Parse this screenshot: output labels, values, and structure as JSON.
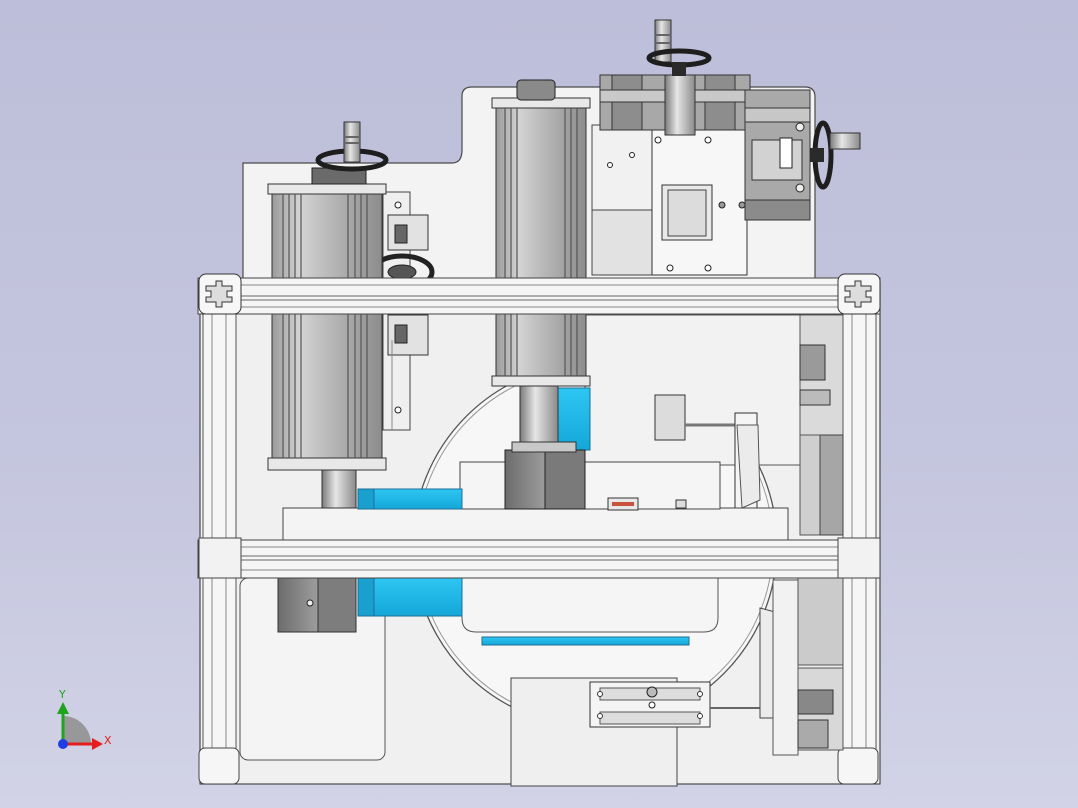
{
  "triad": {
    "x_label": "X",
    "y_label": "Y"
  },
  "colors": {
    "background": "#c4c5de",
    "part_light": "#f2f2f2",
    "part_mid": "#c8c8c8",
    "motor_gray": "#b4b4b4",
    "dark_gray": "#8a8a8a",
    "accent_blue": "#19b8e8",
    "handwheel": "#2b2b2b",
    "axis_x": "#e41e1e",
    "axis_y": "#1ea51e",
    "axis_z": "#1e3ee4"
  },
  "components": [
    "base-frame",
    "aluminum-profile-rail-top",
    "aluminum-profile-rail-middle",
    "left-servo-motor",
    "center-servo-motor",
    "right-gearbox-head",
    "rotary-table-circle",
    "blue-clamp-blocks",
    "handwheels",
    "linear-guide-blocks"
  ]
}
